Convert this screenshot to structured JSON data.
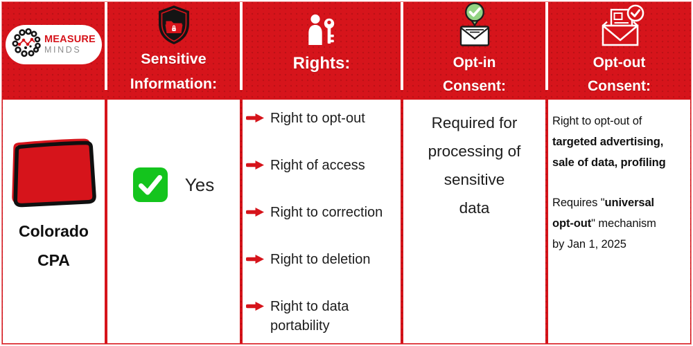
{
  "brand": {
    "name_line1": "MEASURE",
    "name_line2": "MINDS"
  },
  "colors": {
    "red": "#d6141b",
    "check_green": "#14c41d",
    "pin_green": "#93d484",
    "text_black": "#1c1c1c",
    "header_text": "#ffffff"
  },
  "header": {
    "columns": [
      {
        "key": "brand-logo",
        "icon": "measure-minds-logo"
      },
      {
        "key": "sensitive-information",
        "icon": "shield-folder-lock-icon",
        "title_lines": [
          "Sensitive",
          "Information:"
        ]
      },
      {
        "key": "rights",
        "icon": "person-key-icon",
        "title_lines": [
          "Rights:"
        ]
      },
      {
        "key": "opt-in-consent",
        "icon": "envelope-approved-pin-icon",
        "title_lines": [
          "Opt-in",
          "Consent:"
        ]
      },
      {
        "key": "opt-out-consent",
        "icon": "open-envelope-check-icon",
        "title_lines": [
          "Opt-out",
          "Consent:"
        ]
      }
    ]
  },
  "row": {
    "state": {
      "name_lines": [
        "Colorado",
        "CPA"
      ],
      "icon": "colorado-state-shape"
    },
    "sensitive_information": {
      "value": "Yes",
      "icon": "green-checkbox-icon"
    },
    "rights": {
      "items": [
        "Right to opt-out",
        "Right of access",
        "Right to correction",
        "Right to deletion",
        "Right to data portability"
      ]
    },
    "opt_in_consent": {
      "text_lines": [
        "Required for",
        "processing of",
        "sensitive",
        "data"
      ]
    },
    "opt_out_consent": {
      "lines": [
        [
          {
            "text": "Right to opt-out of",
            "bold": false
          }
        ],
        [
          {
            "text": "targeted advertising,",
            "bold": true
          }
        ],
        [
          {
            "text": "sale of data, profiling",
            "bold": true
          }
        ],
        [
          {
            "text": "Requires \"",
            "bold": false
          },
          {
            "text": "universal",
            "bold": true
          }
        ],
        [
          {
            "text": "opt-out",
            "bold": true
          },
          {
            "text": "\" mechanism",
            "bold": false
          }
        ],
        [
          {
            "text": "by Jan 1, 2025",
            "bold": false
          }
        ]
      ]
    }
  }
}
